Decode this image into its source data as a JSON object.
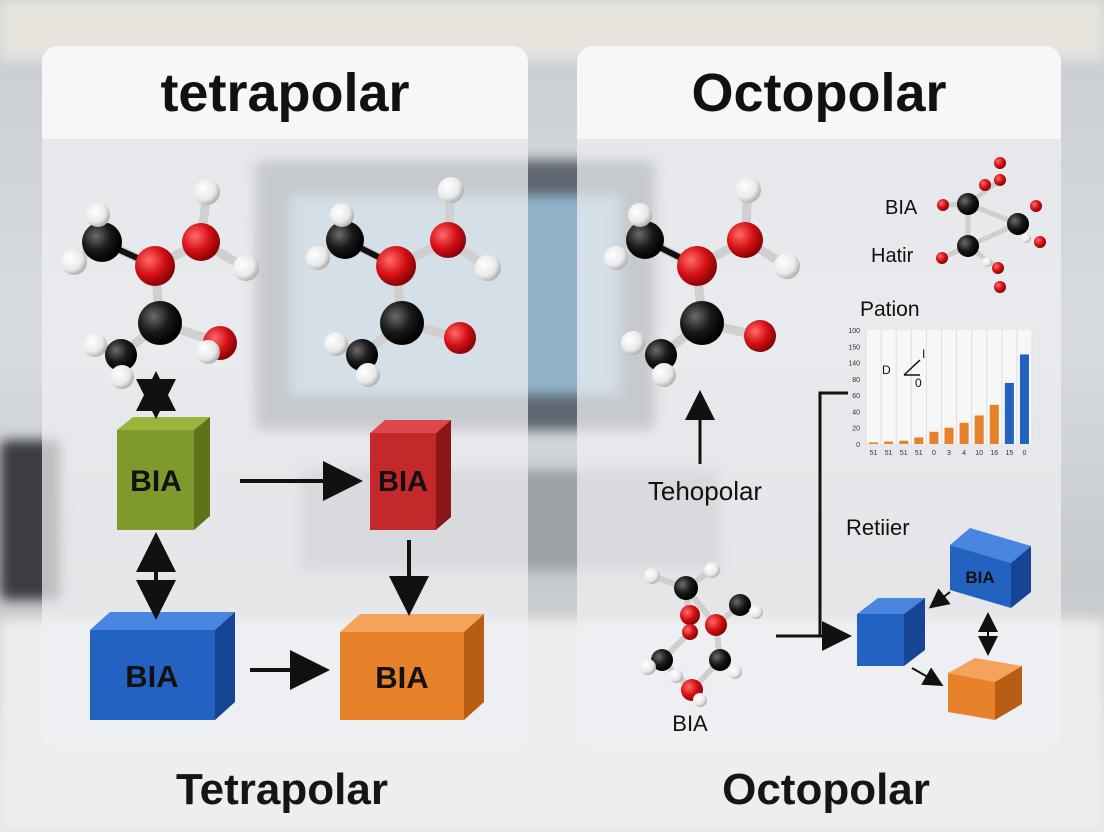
{
  "left_panel": {
    "title": "tetrapolar",
    "boxes": [
      {
        "label": "BIA",
        "color": "#7f9a2c"
      },
      {
        "label": "BIA",
        "color": "#c3282b"
      },
      {
        "label": "BIA",
        "color": "#2462c2"
      },
      {
        "label": "BIA",
        "color": "#e8822a"
      }
    ]
  },
  "right_panel": {
    "title": "Octopolar",
    "molecule_label": "Tehopolar",
    "top_right_labels": [
      "BIA",
      "Hatir"
    ],
    "chart_title": "Pation",
    "chart_y_ticks": [
      "100",
      "150",
      "140",
      "80",
      "60",
      "40",
      "20",
      "0"
    ],
    "chart_x_ticks": [
      "51",
      "51",
      "51",
      "51",
      "0",
      "3",
      "4",
      "10",
      "16",
      "15",
      "0"
    ],
    "chart_inset_labels": [
      "D",
      "I",
      "0"
    ],
    "cluster_label": "Retiier",
    "small_molecule_label": "BIA",
    "boxes": [
      {
        "label": "BIA",
        "color": "#2462c2"
      },
      {
        "label": "",
        "color": "#2462c2"
      },
      {
        "label": "",
        "color": "#e8822a"
      }
    ]
  },
  "captions": {
    "left": "Tetrapolar",
    "right": "Octopolar"
  },
  "chart_data": {
    "type": "bar",
    "title": "Pation",
    "categories": [
      "51",
      "51",
      "51",
      "51",
      "0",
      "3",
      "4",
      "10",
      "16",
      "15",
      "0"
    ],
    "series": [
      {
        "values": [
          2,
          3,
          4,
          8,
          15,
          20,
          26,
          35,
          48,
          0,
          0
        ],
        "color": "#e8822a"
      },
      {
        "values": [
          0,
          0,
          0,
          0,
          0,
          0,
          0,
          0,
          0,
          75,
          110
        ],
        "color": "#2462c2"
      }
    ],
    "ylim": [
      0,
      140
    ]
  }
}
